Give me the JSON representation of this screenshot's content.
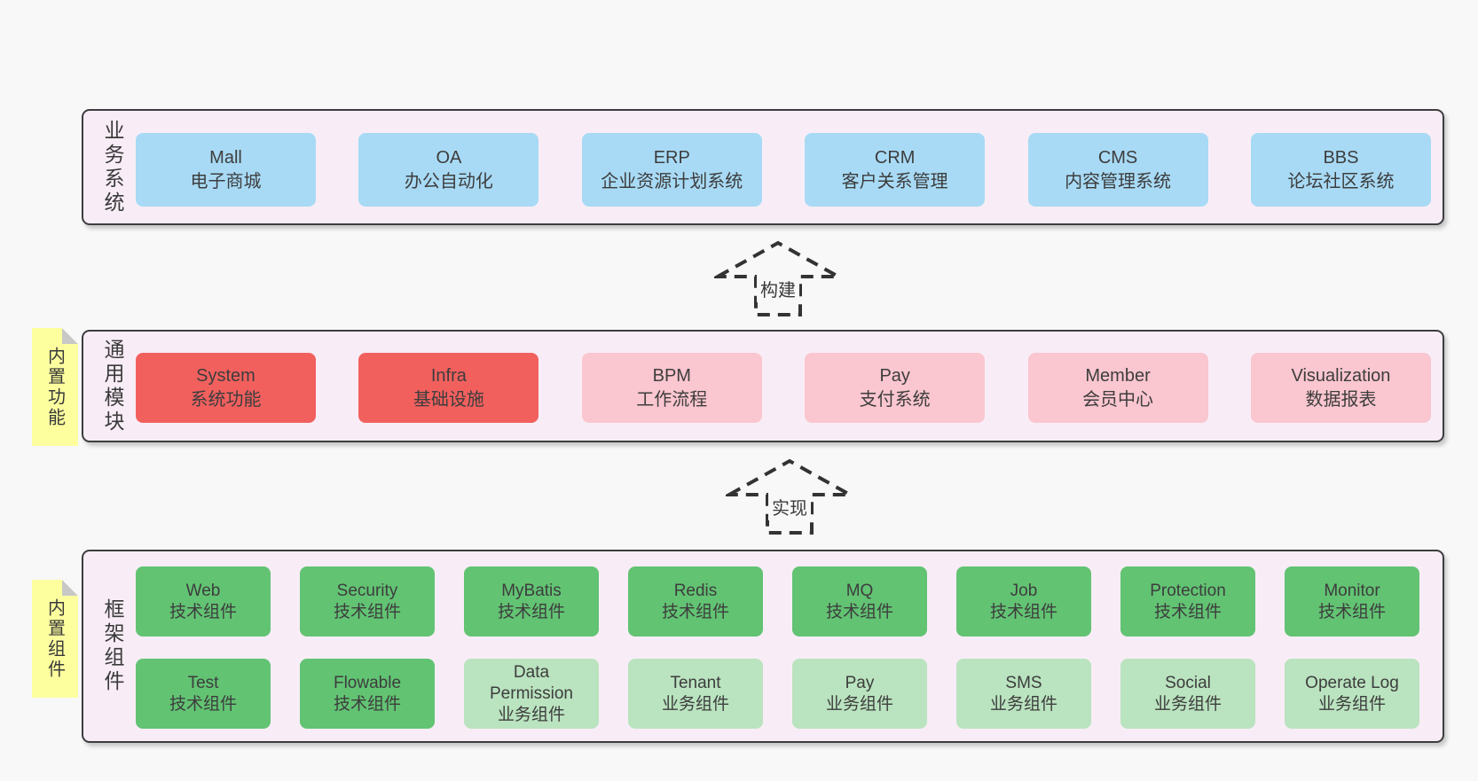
{
  "palette": {
    "page_bg": "#f8f8f8",
    "layer_bg": "#f8edf6",
    "border": "#3d3d3d",
    "blue": "#a8daf5",
    "red": "#f2605e",
    "pink": "#fac6cf",
    "green": "#62c373",
    "light_green": "#bae3bf",
    "sticky_yellow": "#fdff9f",
    "fold_gray": "#c8c8c8"
  },
  "layers": [
    {
      "name": "业务系统",
      "boxes": [
        {
          "title": "Mall",
          "subtitle": "电子商城"
        },
        {
          "title": "OA",
          "subtitle": "办公自动化"
        },
        {
          "title": "ERP",
          "subtitle": "企业资源计划系统"
        },
        {
          "title": "CRM",
          "subtitle": "客户关系管理"
        },
        {
          "title": "CMS",
          "subtitle": "内容管理系统"
        },
        {
          "title": "BBS",
          "subtitle": "论坛社区系统"
        }
      ]
    },
    {
      "name": "通用模块",
      "sticky": "内置功能",
      "boxes": [
        {
          "title": "System",
          "subtitle": "系统功能",
          "variant": "red"
        },
        {
          "title": "Infra",
          "subtitle": "基础设施",
          "variant": "red"
        },
        {
          "title": "BPM",
          "subtitle": "工作流程",
          "variant": "pink"
        },
        {
          "title": "Pay",
          "subtitle": "支付系统",
          "variant": "pink"
        },
        {
          "title": "Member",
          "subtitle": "会员中心",
          "variant": "pink"
        },
        {
          "title": "Visualization",
          "subtitle": "数据报表",
          "variant": "pink"
        }
      ]
    },
    {
      "name": "框架组件",
      "sticky": "内置组件",
      "rows": [
        [
          {
            "title": "Web",
            "subtitle": "技术组件",
            "variant": "green"
          },
          {
            "title": "Security",
            "subtitle": "技术组件",
            "variant": "green"
          },
          {
            "title": "MyBatis",
            "subtitle": "技术组件",
            "variant": "green"
          },
          {
            "title": "Redis",
            "subtitle": "技术组件",
            "variant": "green"
          },
          {
            "title": "MQ",
            "subtitle": "技术组件",
            "variant": "green"
          },
          {
            "title": "Job",
            "subtitle": "技术组件",
            "variant": "green"
          },
          {
            "title": "Protection",
            "subtitle": "技术组件",
            "variant": "green"
          },
          {
            "title": "Monitor",
            "subtitle": "技术组件",
            "variant": "green"
          }
        ],
        [
          {
            "title": "Test",
            "subtitle": "技术组件",
            "variant": "green"
          },
          {
            "title": "Flowable",
            "subtitle": "技术组件",
            "variant": "green"
          },
          {
            "title": "Data Permission",
            "subtitle": "业务组件",
            "variant": "light-green"
          },
          {
            "title": "Tenant",
            "subtitle": "业务组件",
            "variant": "light-green"
          },
          {
            "title": "Pay",
            "subtitle": "业务组件",
            "variant": "light-green"
          },
          {
            "title": "SMS",
            "subtitle": "业务组件",
            "variant": "light-green"
          },
          {
            "title": "Social",
            "subtitle": "业务组件",
            "variant": "light-green"
          },
          {
            "title": "Operate Log",
            "subtitle": "业务组件",
            "variant": "light-green"
          }
        ]
      ]
    }
  ],
  "arrows": [
    {
      "label": "构建"
    },
    {
      "label": "实现"
    }
  ]
}
